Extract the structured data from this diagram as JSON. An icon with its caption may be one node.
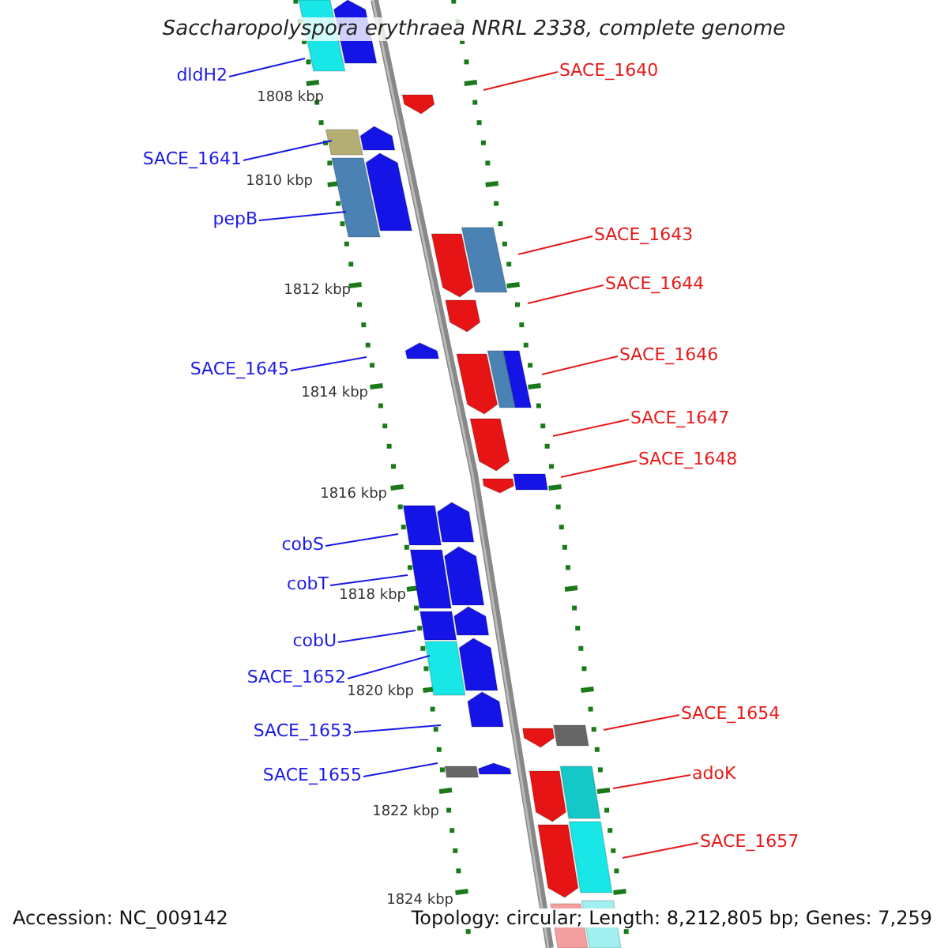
{
  "diagram": {
    "title": "Saccharopolyspora erythraea NRRL 2338, complete genome",
    "nodes": [
      {
        "text": [
          "SACE_1640"
        ]
      },
      {
        "text": [
          "dldH2"
        ]
      },
      {
        "text": [
          "SACE_1641"
        ]
      },
      {
        "text": [
          "pepB"
        ]
      },
      {
        "text": [
          "SACE_1643"
        ]
      },
      {
        "text": [
          "SACE_1644"
        ]
      },
      {
        "text": [
          "SACE_1646"
        ]
      },
      {
        "text": [
          "SACE_1645"
        ]
      },
      {
        "text": [
          "SACE_1647"
        ]
      },
      {
        "text": [
          "SACE_1648"
        ]
      },
      {
        "text": [
          "cobS"
        ]
      },
      {
        "text": [
          "cobT"
        ]
      },
      {
        "text": [
          "cobU"
        ]
      },
      {
        "text": [
          "SACE_1652"
        ]
      },
      {
        "text": [
          "SACE_1653"
        ]
      },
      {
        "text": [
          "SACE_1654"
        ]
      },
      {
        "text": [
          "adoK"
        ]
      },
      {
        "text": [
          "SACE_1655"
        ]
      },
      {
        "text": [
          "SACE_1657"
        ]
      }
    ],
    "edges": [
      {
        "from": 0,
        "to": null,
        "arrow": "none",
        "color": "#e61a1a"
      },
      {
        "from": 1,
        "to": null,
        "arrow": "none"
      },
      {
        "from": 2,
        "to": null,
        "arrow": "none"
      },
      {
        "from": 3,
        "to": null,
        "arrow": "none"
      },
      {
        "from": 4,
        "to": null,
        "arrow": "none",
        "color": "#e61a1a"
      },
      {
        "from": 5,
        "to": null,
        "arrow": "none",
        "color": "#e61a1a"
      },
      {
        "from": 6,
        "to": null,
        "arrow": "none",
        "color": "#e61a1a"
      },
      {
        "from": 7,
        "to": null,
        "arrow": "none"
      },
      {
        "from": 8,
        "to": null,
        "arrow": "none",
        "color": "#e61a1a"
      },
      {
        "from": 9,
        "to": null,
        "arrow": "none",
        "color": "#e61a1a"
      },
      {
        "from": 10,
        "to": null,
        "arrow": "none"
      },
      {
        "from": 11,
        "to": null,
        "arrow": "none"
      },
      {
        "from": 12,
        "to": null,
        "arrow": "none"
      },
      {
        "from": 13,
        "to": null,
        "arrow": "none"
      },
      {
        "from": 14,
        "to": null,
        "arrow": "none"
      },
      {
        "from": 15,
        "to": null,
        "arrow": "none",
        "color": "#e61a1a"
      },
      {
        "from": 16,
        "to": null,
        "arrow": "none",
        "color": "#e61a1a"
      },
      {
        "from": 17,
        "to": null,
        "arrow": "none"
      },
      {
        "from": 18,
        "to": null,
        "arrow": "none",
        "color": "#e61a1a"
      }
    ],
    "labels": [
      "1808 kbp",
      "1810 kbp",
      "1812 kbp",
      "1814 kbp",
      "1816 kbp",
      "1818 kbp",
      "1820 kbp",
      "1822 kbp",
      "1824 kbp",
      "Accession: NC_009142",
      "Topology: circular; Length: 8,212,805 bp; Genes: 7,259"
    ]
  }
}
